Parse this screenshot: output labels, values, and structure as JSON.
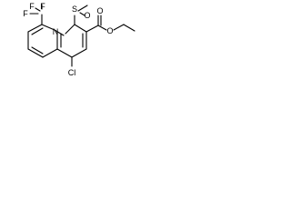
{
  "molecule": {
    "atoms": {
      "nitrogen": "N",
      "chlorine": "Cl",
      "sulfur": "S",
      "sulfoxide_oxygen": "O",
      "ester_carbonyl_oxygen": "O",
      "ester_ether_oxygen": "O",
      "trifluoromethyl_fluorine_top_left": "F",
      "trifluoromethyl_fluorine_top_right": "F",
      "trifluoromethyl_fluorine_left": "F"
    },
    "colors": {
      "bond": "#000000",
      "label": "#000000",
      "background": "#ffffff"
    }
  }
}
